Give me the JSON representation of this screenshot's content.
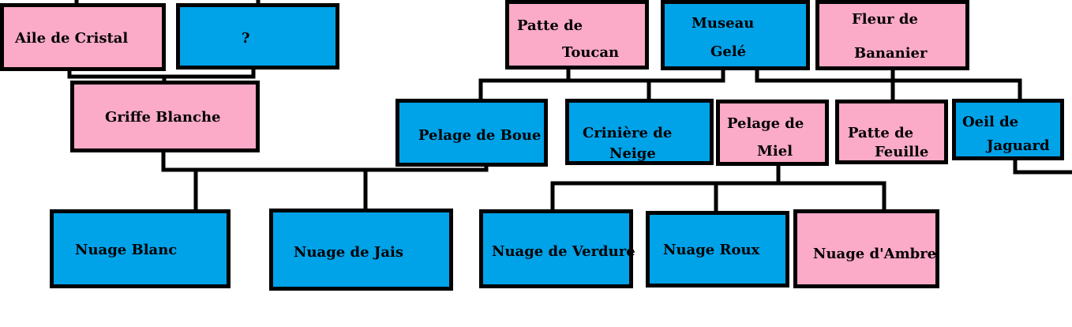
{
  "colors": {
    "female": "#fbaac8",
    "male": "#00a2e8",
    "line": "#000000"
  },
  "cats": {
    "aile_de_cristal": {
      "name": "Aile de Cristal",
      "sex": "female"
    },
    "unknown": {
      "name": "?",
      "sex": "male"
    },
    "griffe_blanche": {
      "name": "Griffe Blanche",
      "sex": "female"
    },
    "patte_de_toucan": {
      "name_line1": "Patte de",
      "name_line2": "Toucan",
      "sex": "female"
    },
    "museau_gele": {
      "name_line1": "Museau",
      "name_line2": "Gelé",
      "sex": "male"
    },
    "fleur_de_bananier": {
      "name_line1": "Fleur de",
      "name_line2": "Bananier",
      "sex": "female"
    },
    "pelage_de_boue": {
      "name": "Pelage de Boue",
      "sex": "male"
    },
    "criniere_de_neige": {
      "name_line1": "Crinière de",
      "name_line2": "Neige",
      "sex": "male"
    },
    "pelage_de_miel": {
      "name_line1": "Pelage de",
      "name_line2": "Miel",
      "sex": "female"
    },
    "patte_de_feuille": {
      "name_line1": "Patte de",
      "name_line2": "Feuille",
      "sex": "female"
    },
    "oeil_de_jaguard": {
      "name_line1": "Oeil de",
      "name_line2": "Jaguard",
      "sex": "male"
    },
    "nuage_blanc": {
      "name": "Nuage Blanc",
      "sex": "male"
    },
    "nuage_de_jais": {
      "name": "Nuage de Jais",
      "sex": "male"
    },
    "nuage_de_verdure": {
      "name": "Nuage de Verdure",
      "sex": "male"
    },
    "nuage_roux": {
      "name": "Nuage Roux",
      "sex": "male"
    },
    "nuage_d_ambre": {
      "name": "Nuage d'Ambre",
      "sex": "female"
    }
  }
}
